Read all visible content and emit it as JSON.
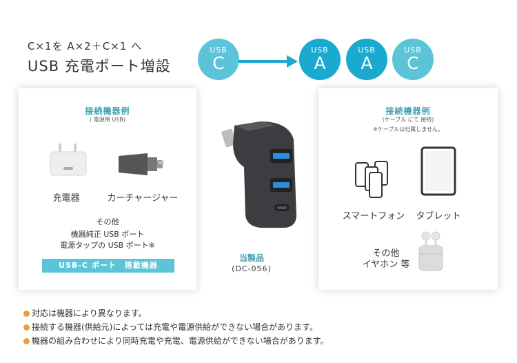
{
  "header": {
    "line1": "C×1を  A×2＋C×1 へ",
    "line2": "USB 充電ポート増設"
  },
  "circles": [
    {
      "top": "USB",
      "big": "C",
      "color": "#5bc4d9"
    },
    {
      "top": "USB",
      "big": "A",
      "color": "#1aa9cf"
    },
    {
      "top": "USB",
      "big": "A",
      "color": "#1aa9cf"
    },
    {
      "top": "USB",
      "big": "C",
      "color": "#5bc4d9"
    }
  ],
  "left_panel": {
    "title": "接続機器例",
    "subtitle": "( 電源用 USB)",
    "item1": "充電器",
    "item2": "カーチャージャー",
    "other_title": "その他",
    "other_line1": "機器純正 USB ポート",
    "other_line2": "電源タップの USB ポート※",
    "badge": "USB-C ポート　搭載機器"
  },
  "right_panel": {
    "title": "接続機器例",
    "subtitle": "(ケーブル にて 接続)",
    "note": "※ケーブルは付属しません。",
    "item1": "スマートフォン",
    "item2": "タブレット",
    "other_line1": "その他",
    "other_line2": "イヤホン 等"
  },
  "product": {
    "label": "当製品",
    "code": "(DC-056)"
  },
  "notes": [
    "対応は機器により異なります。",
    "接続する機器(供給元)によっては充電や電源供給ができない場合があります。",
    "機器の組み合わせにより同時充電や充電、電源供給ができない場合があります。"
  ],
  "colors": {
    "accent_light": "#5bc4d9",
    "accent_dark": "#1aa9cf",
    "title_teal": "#3fa0b3",
    "bullet": "#e8a13a"
  }
}
